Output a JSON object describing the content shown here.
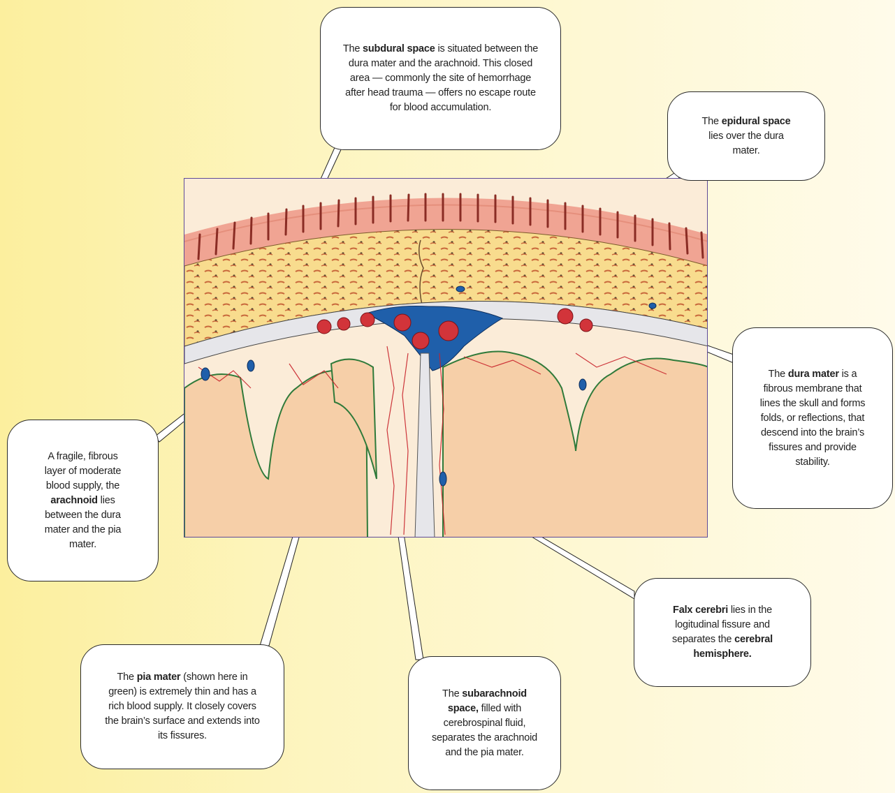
{
  "callouts": {
    "subdural": {
      "pre": "The ",
      "bold": "subdural space",
      "post": " is situated between the dura mater and the arachnoid. This closed area — commonly the site of hemorrhage after head trauma — offers no escape route for blood accumulation."
    },
    "epidural": {
      "pre": "The ",
      "bold": "epidural space",
      "post": " lies over the dura mater."
    },
    "dura": {
      "pre": "The ",
      "bold": "dura mater",
      "post": " is a fibrous membrane that lines the skull and forms folds, or reflections, that descend into the brain’s fissures and provide stability."
    },
    "arachnoid": {
      "pre": "A fragile, fibrous layer of moderate blood supply, the ",
      "bold": "arachnoid",
      "post": " lies between the dura mater and the pia mater."
    },
    "falx": {
      "bold1": "Falx cerebri",
      "mid": " lies in the logitudinal fissure and separates the ",
      "bold2": "cerebral hemisphere."
    },
    "pia": {
      "pre": "The ",
      "bold": "pia mater",
      "post": " (shown here in green) is extremely thin and has a rich blood supply. It closely covers the brain’s surface and extends into its fissures."
    },
    "subarachnoid": {
      "pre": "The ",
      "bold": "subarachnoid space,",
      "post": " filled with cerebrospinal fluid, separates the arachnoid and the pia mater."
    }
  },
  "colors": {
    "background_left": "#fcef9e",
    "background_right": "#fffbea",
    "scalp": "#f0a493",
    "skull": "#f8dc8e",
    "dura": "#e6e6ea",
    "blood_sinus": "#1f5faa",
    "vessel_red": "#c8222a",
    "pia_green": "#2f7a3a",
    "brain_tissue": "#f6cfa8",
    "white_matter": "#fbecd8",
    "frame": "#5d4a98"
  }
}
